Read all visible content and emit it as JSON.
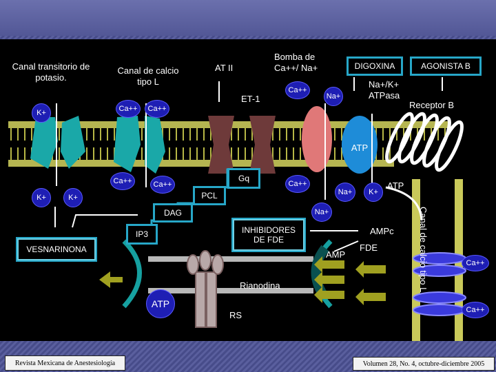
{
  "labels": {
    "canal_potasio": [
      "Canal transitorio de",
      "potasio."
    ],
    "canal_calcio": [
      "Canal de calcio",
      "tipo L"
    ],
    "at2": "AT II",
    "et1": "ET-1",
    "bomba": [
      "Bomba de",
      "Ca++/ Na+"
    ],
    "digoxina": "DIGOXINA",
    "agonista": "AGONISTA B",
    "atpasa": [
      "Na+/K+",
      "ATPasa"
    ],
    "receptor": "Receptor B",
    "canal_calcio_v": "Canal de calcio tipo L",
    "gq": "Gq",
    "pcl": "PCL",
    "dag": "DAG",
    "ip3": "IP3",
    "vesnarinona": "VESNARINONA",
    "inhibidores": [
      "INHIBIDORES",
      "DE FDE"
    ],
    "ampc": "AMPc",
    "amp": "AMP",
    "fde": "FDE",
    "atp": "ATP",
    "rianodina": "Rianodina",
    "rs": "RS"
  },
  "ions": {
    "k": "K+",
    "ca": "Ca++",
    "na": "Na+"
  },
  "footer": {
    "left": "Revista Mexicana de Anestesiología",
    "right": "Volumen 28, No. 4, octubre-diciembre 2005"
  }
}
